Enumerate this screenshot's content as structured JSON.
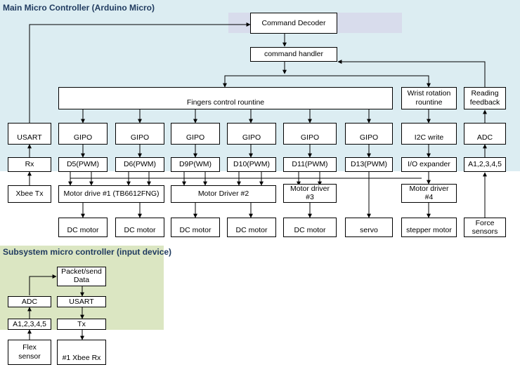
{
  "regions": {
    "main_title": "Main Micro Controller (Arduino Micro)",
    "sub_title": "Subsystem micro controller (input device)"
  },
  "main": {
    "command_decoder": "Command Decoder",
    "command_handler": "command handler",
    "fingers_routine": "Fingers control rountine",
    "wrist_routine": [
      "Wrist rotation",
      "rountine"
    ],
    "reading_feedback": [
      "Reading",
      "feedback"
    ],
    "usart": "USART",
    "rx": "Rx",
    "xbee_tx": "Xbee Tx",
    "gipo_label": "GIPO",
    "pins": [
      "D5(PWM)",
      "D6(PWM)",
      "D9P(WM)",
      "D10(PWM)",
      "D11(PWM)",
      "D13(PWM)"
    ],
    "i2c_write": "I2C write",
    "io_expander": "I/O expander",
    "adc": "ADC",
    "analog_pins": "A1,2,3,4,5",
    "motor_drive_1": "Motor drive #1 (TB6612FNG)",
    "motor_driver_2": "Motor Driver #2",
    "motor_driver_3": [
      "Motor driver",
      "#3"
    ],
    "motor_driver_4": [
      "Motor driver",
      "#4"
    ],
    "dc_motor": "DC motor",
    "servo": "servo",
    "stepper_motor": "stepper motor",
    "force_sensors": [
      "Force",
      "sensors"
    ]
  },
  "sub": {
    "packet_send": [
      "Packet/send",
      "Data"
    ],
    "adc": "ADC",
    "usart": "USART",
    "analog_pins": "A1,2,3,4,5",
    "tx": "Tx",
    "flex_sensor": [
      "Flex",
      "sensor"
    ],
    "xbee_rx": "#1 Xbee Rx"
  }
}
